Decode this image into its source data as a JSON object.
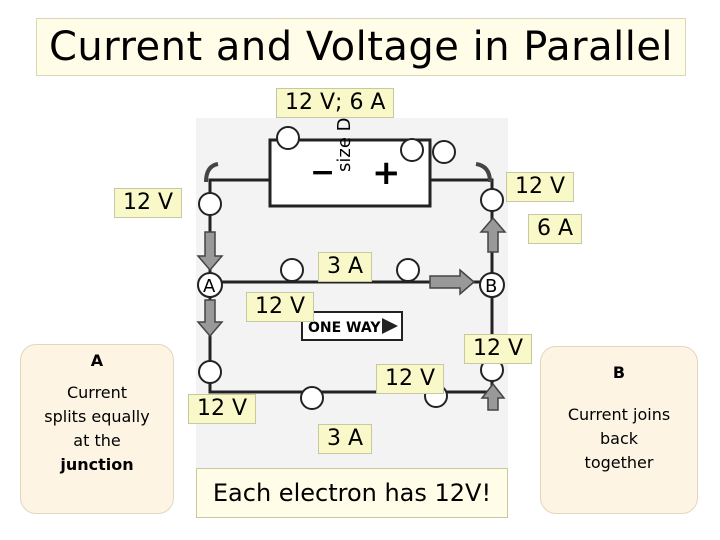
{
  "title": "Current and Voltage in Parallel",
  "battery": {
    "label": "size D",
    "minus": "−",
    "plus": "+"
  },
  "labels": {
    "top": "12 V;  6 A",
    "left_v": "12 V",
    "right_v": "12 V",
    "right_a": "6 A",
    "mid_a": "3 A",
    "mid_v": "12 V",
    "right_lower_v": "12 V",
    "lower_mid_v": "12 V",
    "lower_left_v": "12 V",
    "lower_a": "3 A"
  },
  "junctions": {
    "a": "A",
    "b": "B"
  },
  "one_way": "ONE WAY",
  "bottom_text": "Each electron has 12V!",
  "note_a": {
    "heading": "A",
    "line1": "Current",
    "line2": "splits equally",
    "line3": "at the",
    "line4": "junction"
  },
  "note_b": {
    "heading": "B",
    "line1": "Current joins",
    "line2": "back",
    "line3": "together"
  }
}
